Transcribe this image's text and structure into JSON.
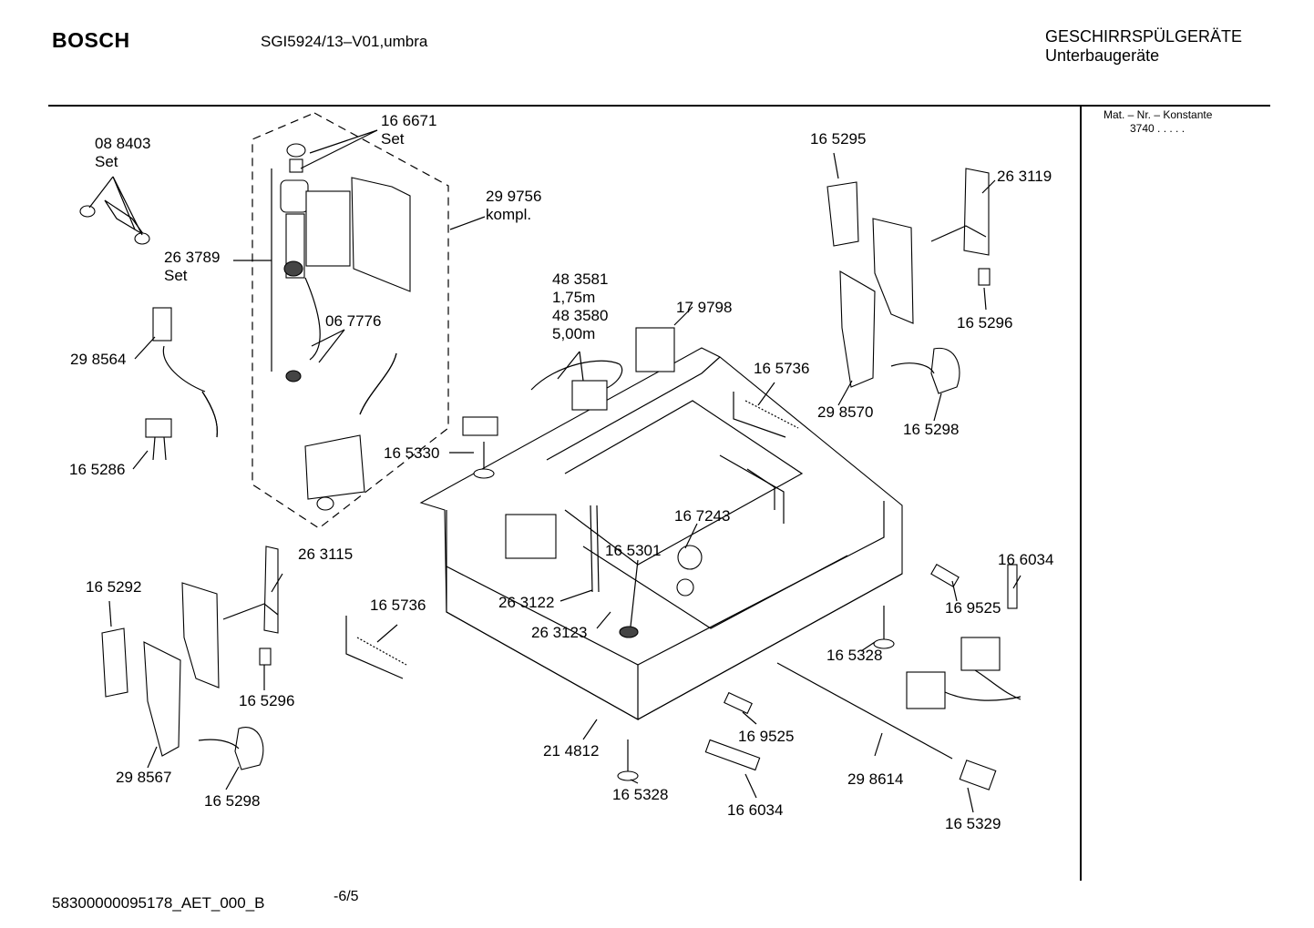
{
  "header": {
    "brand": "BOSCH",
    "model": "SGI5924/13–V01,umbra",
    "category": "GESCHIRRSPÜLGERÄTE",
    "subcategory": "Unterbaugeräte"
  },
  "sidebar": {
    "mat_label": "Mat. – Nr. – Konstante",
    "mat_value": "3740 . . . . ."
  },
  "footer": {
    "doc_id": "58300000095178_AET_000_B",
    "page": "-6/5"
  },
  "parts": [
    {
      "id": "p-088403",
      "lines": [
        "08 8403",
        "Set"
      ]
    },
    {
      "id": "p-166671",
      "lines": [
        "16 6671",
        "Set"
      ]
    },
    {
      "id": "p-299756",
      "lines": [
        "29 9756",
        "kompl."
      ]
    },
    {
      "id": "p-263789",
      "lines": [
        "26 3789",
        "Set"
      ]
    },
    {
      "id": "p-067776",
      "lines": [
        "06 7776"
      ]
    },
    {
      "id": "p-298564",
      "lines": [
        "29 8564"
      ]
    },
    {
      "id": "p-165286",
      "lines": [
        "16 5286"
      ]
    },
    {
      "id": "p-483581",
      "lines": [
        "48 3581",
        "1,75m",
        "48 3580",
        "5,00m"
      ]
    },
    {
      "id": "p-179798",
      "lines": [
        "17 9798"
      ]
    },
    {
      "id": "p-165295",
      "lines": [
        "16 5295"
      ]
    },
    {
      "id": "p-263119",
      "lines": [
        "26 3119"
      ]
    },
    {
      "id": "p-165296a",
      "lines": [
        "16 5296"
      ]
    },
    {
      "id": "p-165736a",
      "lines": [
        "16 5736"
      ]
    },
    {
      "id": "p-298570",
      "lines": [
        "29 8570"
      ]
    },
    {
      "id": "p-165298a",
      "lines": [
        "16 5298"
      ]
    },
    {
      "id": "p-165330",
      "lines": [
        "16 5330"
      ]
    },
    {
      "id": "p-167243",
      "lines": [
        "16 7243"
      ]
    },
    {
      "id": "p-165301",
      "lines": [
        "16 5301"
      ]
    },
    {
      "id": "p-263115",
      "lines": [
        "26 3115"
      ]
    },
    {
      "id": "p-165292",
      "lines": [
        "16 5292"
      ]
    },
    {
      "id": "p-165736b",
      "lines": [
        "16 5736"
      ]
    },
    {
      "id": "p-263122",
      "lines": [
        "26 3122"
      ]
    },
    {
      "id": "p-263123",
      "lines": [
        "26 3123"
      ]
    },
    {
      "id": "p-166034a",
      "lines": [
        "16 6034"
      ]
    },
    {
      "id": "p-169525a",
      "lines": [
        "16 9525"
      ]
    },
    {
      "id": "p-165328a",
      "lines": [
        "16 5328"
      ]
    },
    {
      "id": "p-165296b",
      "lines": [
        "16 5296"
      ]
    },
    {
      "id": "p-298567",
      "lines": [
        "29 8567"
      ]
    },
    {
      "id": "p-165298b",
      "lines": [
        "16 5298"
      ]
    },
    {
      "id": "p-214812",
      "lines": [
        "21 4812"
      ]
    },
    {
      "id": "p-169525b",
      "lines": [
        "16 9525"
      ]
    },
    {
      "id": "p-298614",
      "lines": [
        "29 8614"
      ]
    },
    {
      "id": "p-165328b",
      "lines": [
        "16 5328"
      ]
    },
    {
      "id": "p-166034b",
      "lines": [
        "16 6034"
      ]
    },
    {
      "id": "p-165329",
      "lines": [
        "16 5329"
      ]
    }
  ]
}
